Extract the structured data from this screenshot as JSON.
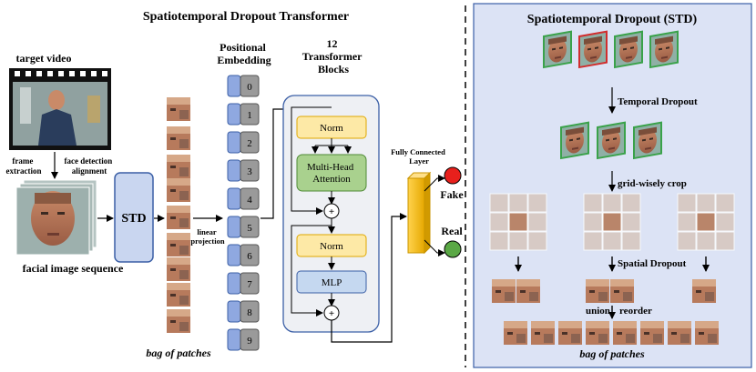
{
  "left": {
    "title": "Spatiotemporal Dropout Transformer",
    "target_video": "target video",
    "frame_extraction": [
      "frame",
      "extraction"
    ],
    "face_detection": [
      "face detection",
      "alignment"
    ],
    "facial_sequence": "facial image sequence",
    "std_label": "STD",
    "bag_of_patches": "bag of patches",
    "linear_projection": [
      "linear",
      "projection"
    ],
    "positional": [
      "Positional",
      "Embedding"
    ],
    "pos_indices": [
      "0",
      "1",
      "2",
      "3",
      "4",
      "5",
      "6",
      "7",
      "8",
      "9"
    ],
    "blocks": [
      "12",
      "Transformer",
      "Blocks"
    ],
    "norm": "Norm",
    "attention": [
      "Multi-Head",
      "Attention"
    ],
    "plus": "+",
    "mlp": "MLP",
    "fc": [
      "Fully Connected",
      "Layer"
    ],
    "fake": "Fake",
    "real": "Real"
  },
  "right": {
    "title": "Spatiotemporal Dropout (STD)",
    "temporal_dropout": "Temporal Dropout",
    "grid_crop": "grid-wisely crop",
    "spatial_dropout": "Spatial Dropout",
    "union": "union",
    "reorder": "reorder",
    "bag_of_patches": "bag of patches"
  },
  "colors": {
    "panel_bg": "#dce3f5",
    "std_box": "#c9d6f0",
    "norm": "#fde9a6",
    "attention": "#a9d18e",
    "mlp": "#c5d8f0",
    "block_bg": "#eef0f4",
    "fc": "#ffc000",
    "fake": "#e8201c",
    "real": "#5aa845",
    "frame_green": "#3aa24a",
    "frame_red": "#d12d2d"
  }
}
